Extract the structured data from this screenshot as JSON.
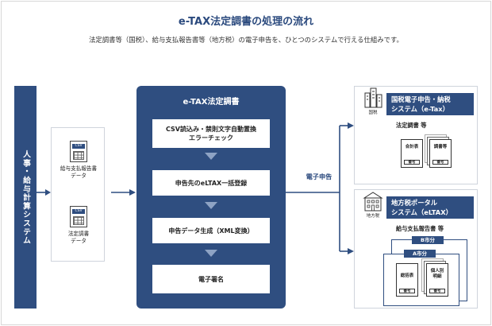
{
  "title": "e-TAX法定調書の処理の流れ",
  "subtitle": "法定調書等（国税）、給与支払報告書等（地方税）の電子申告を、ひとつのシステムで行える仕組みです。",
  "source_system": "人事・給与計算システム",
  "input_docs": [
    {
      "tag": "CSV",
      "caption_line1": "給与支払報告書",
      "caption_line2": "データ"
    },
    {
      "tag": "CSV",
      "caption_line1": "法定調書",
      "caption_line2": "データ"
    }
  ],
  "main": {
    "title": "e-TAX法定調書",
    "steps": [
      {
        "line1": "CSV読込み・禁則文字自動置換",
        "line2": "エラーチェック"
      },
      {
        "line1": "申告先のeLTAX一括登録",
        "line2": ""
      },
      {
        "line1": "申告データ生成（XML変換）",
        "line2": ""
      },
      {
        "line1": "電子署名",
        "line2": ""
      }
    ]
  },
  "edge_label": "電子申告",
  "targets": [
    {
      "icon": "national-tax-building-icon",
      "icon_caption": "国税",
      "title_line1": "国税電子申告・納税",
      "title_line2": "システム（e-Tax）",
      "sub": "法定調書 等",
      "papers": [
        {
          "label": "合計表",
          "seal": "番号"
        },
        {
          "label": "調書等",
          "seal": "番号"
        }
      ]
    },
    {
      "icon": "local-tax-building-icon",
      "icon_caption": "地方税",
      "title_line1": "地方税ポータル",
      "title_line2": "システム（eLTAX）",
      "sub": "給与支払報告書 等",
      "cities": [
        "B市分",
        "A市分"
      ],
      "papers": [
        {
          "label": "総括表",
          "seal": "番号"
        },
        {
          "label": "個人別明細",
          "seal": "番号"
        }
      ]
    }
  ],
  "colors": {
    "navy": "#2f4e80",
    "title": "#2b4a7e",
    "arrow_light": "#8ea3c4",
    "border": "#cfd4dc"
  }
}
